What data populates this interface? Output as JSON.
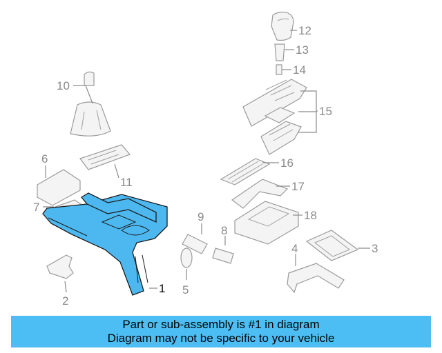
{
  "callouts": {
    "c1": "1",
    "c2": "2",
    "c3": "3",
    "c4": "4",
    "c5": "5",
    "c6": "6",
    "c7": "7",
    "c8": "8",
    "c9": "9",
    "c10": "10",
    "c11": "11",
    "c12": "12",
    "c13": "13",
    "c14": "14",
    "c15": "15",
    "c16": "16",
    "c17": "17",
    "c18": "18"
  },
  "highlight_color": "#4db8f0",
  "banner": {
    "line1": "Part or sub-assembly is #1 in diagram",
    "line2": "Diagram may not be specific to your vehicle",
    "background": "#4dbef4"
  }
}
